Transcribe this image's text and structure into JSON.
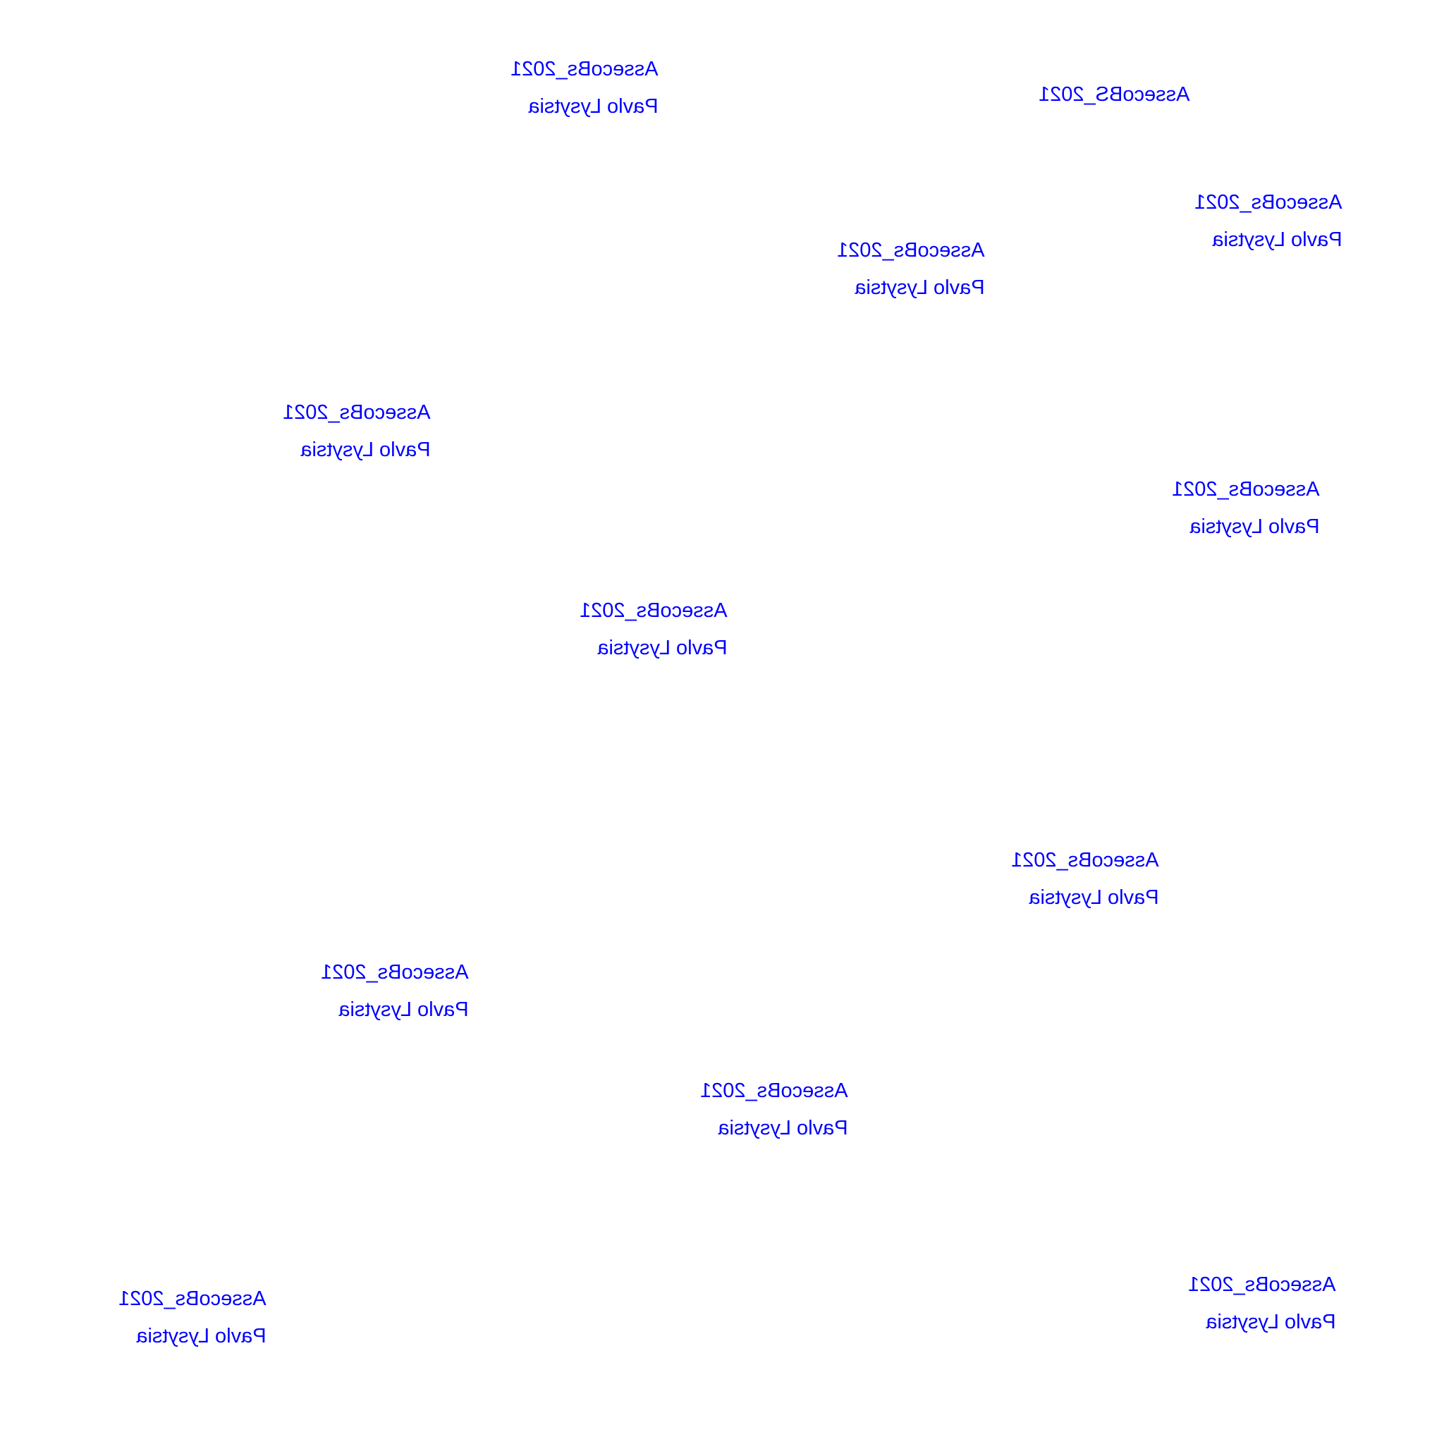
{
  "text_color": "#0000ff",
  "background_color": "#ffffff",
  "watermark": {
    "line1": "AssecoBs_2021",
    "line2": "Pavlo Lysytsia",
    "alt_line1": "AssecoBS_2021",
    "mirrored": true
  }
}
